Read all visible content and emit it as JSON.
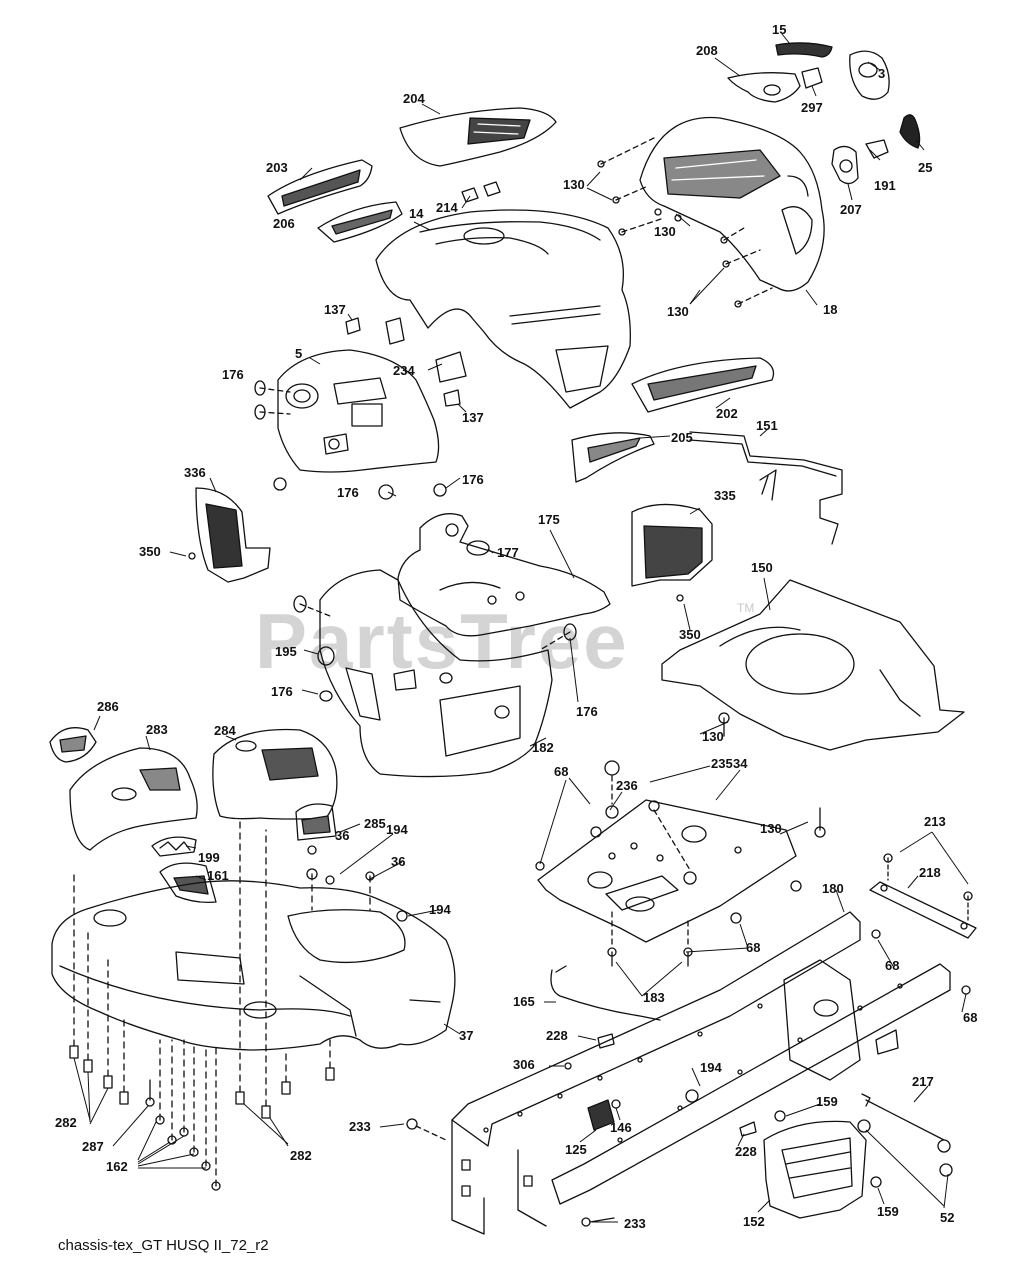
{
  "watermark": {
    "text": "PartsTree",
    "tm": "TM"
  },
  "caption": "chassis-tex_GT HUSQ II_72_r2",
  "labels": {
    "l15": "15",
    "l3": "3",
    "l208": "208",
    "l297": "297",
    "l25": "25",
    "l204": "204",
    "l191": "191",
    "l207": "207",
    "l130a": "130",
    "l203": "203",
    "l214": "214",
    "l14": "14",
    "l130b": "130",
    "l206": "206",
    "l130c": "130",
    "l18": "18",
    "l137a": "137",
    "l234": "234",
    "l5": "5",
    "l176a": "176",
    "l137b": "137",
    "l202": "202",
    "l151": "151",
    "l205": "205",
    "l336": "336",
    "l176b": "176",
    "l176c": "176",
    "l175": "175",
    "l177": "177",
    "l335": "335",
    "l350a": "350",
    "l150": "150",
    "l350b": "350",
    "l195": "195",
    "l176d": "176",
    "l176e": "176",
    "l130d": "130",
    "l182": "182",
    "l286": "286",
    "l283": "283",
    "l284": "284",
    "l285": "285",
    "l235": "235",
    "l68a": "68",
    "l236": "236",
    "l34": "34",
    "l130e": "130",
    "l36a": "36",
    "l194a": "194",
    "l36b": "36",
    "l199": "199",
    "l213": "213",
    "l161": "161",
    "l218": "218",
    "l180": "180",
    "l194b": "194",
    "l68b": "68",
    "l68c": "68",
    "l183": "183",
    "l68d": "68",
    "l165": "165",
    "l37": "37",
    "l228a": "228",
    "l306": "306",
    "l194c": "194",
    "l217": "217",
    "l282a": "282",
    "l287": "287",
    "l233a": "233",
    "l159a": "159",
    "l146": "146",
    "l125": "125",
    "l228b": "228",
    "l162": "162",
    "l282b": "282",
    "l52": "52",
    "l152": "152",
    "l159b": "159",
    "l233b": "233"
  }
}
